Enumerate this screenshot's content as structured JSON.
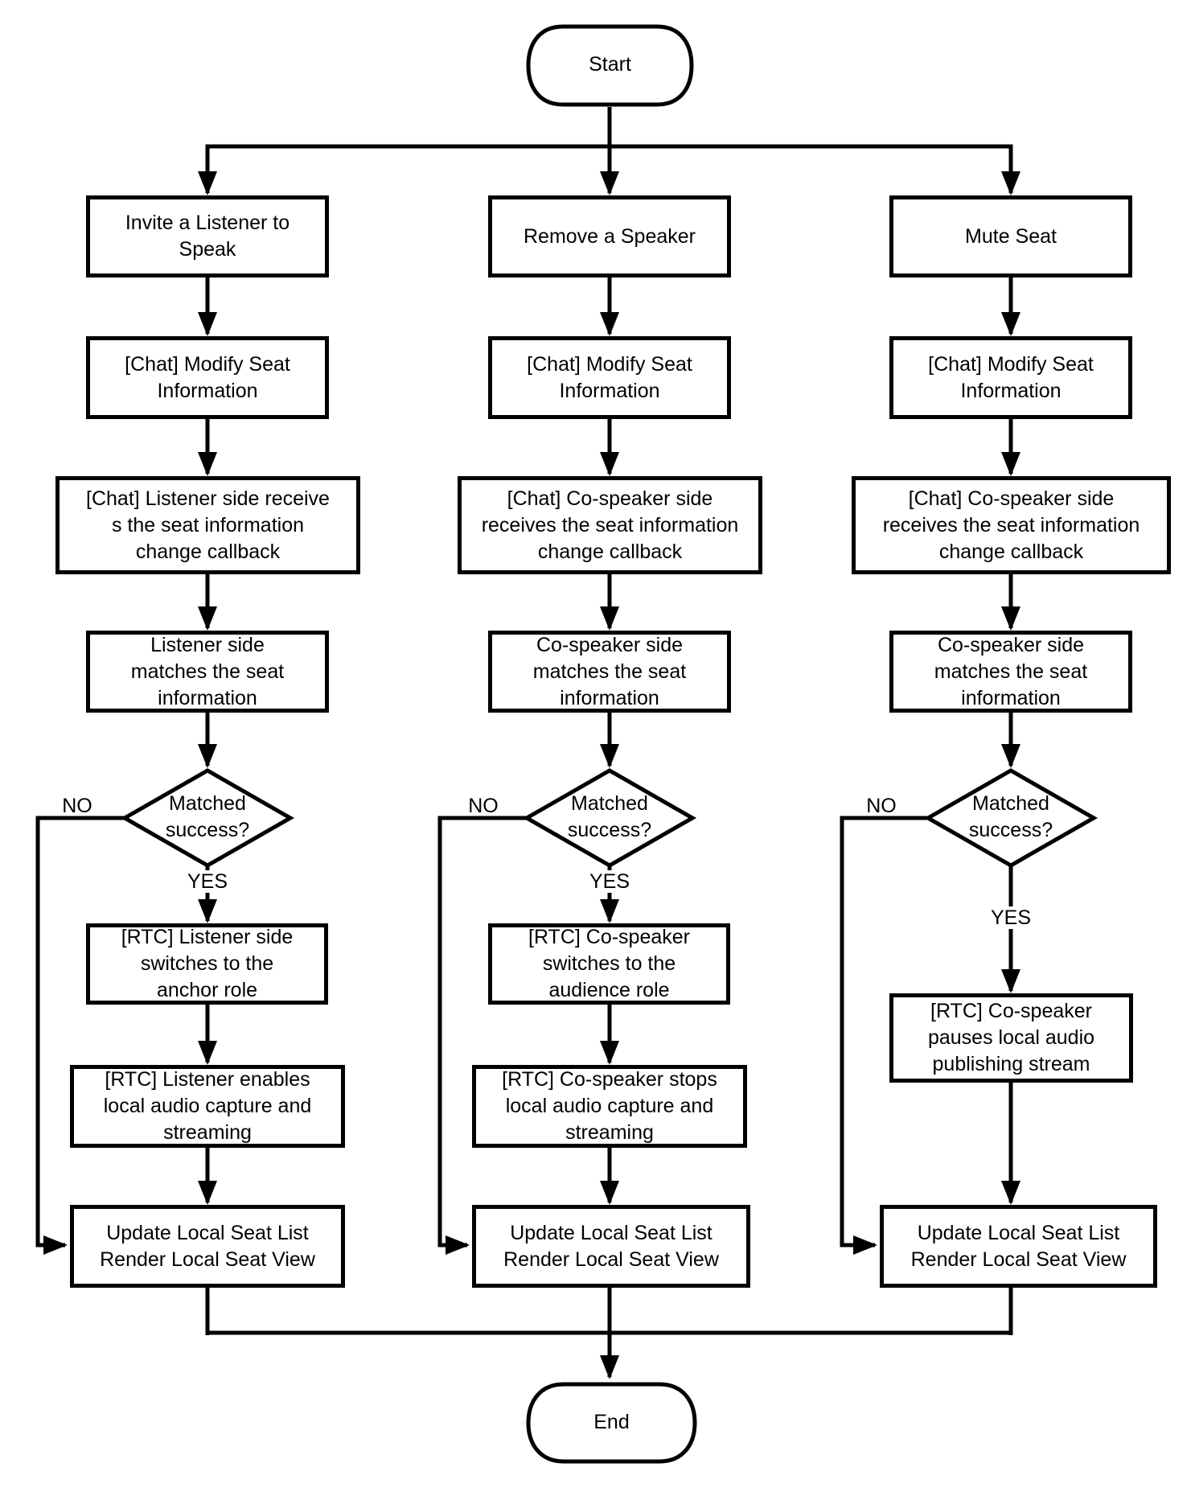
{
  "flowchart": {
    "start": "Start",
    "end": "End",
    "yes": "YES",
    "no": "NO",
    "decision": "Matched\nsuccess?",
    "columns": [
      {
        "header": "Invite a Listener to\nSpeak",
        "modify_seat": "[Chat] Modify Seat\nInformation",
        "callback": "[Chat] Listener side receive\ns the seat information\nchange callback",
        "match": "Listener side\nmatches the seat\ninformation",
        "rtc_switch": "[RTC] Listener side\nswitches to the\nanchor role",
        "rtc_stream": "[RTC] Listener enables\nlocal audio capture and\nstreaming",
        "update": "Update Local Seat List\nRender Local Seat View"
      },
      {
        "header": "Remove a Speaker",
        "modify_seat": "[Chat] Modify Seat\nInformation",
        "callback": "[Chat] Co-speaker side\nreceives the seat information\nchange callback",
        "match": "Co-speaker side\nmatches the seat\ninformation",
        "rtc_switch": "[RTC] Co-speaker\nswitches to the\naudience role",
        "rtc_stream": "[RTC] Co-speaker stops\nlocal audio capture and\nstreaming",
        "update": "Update Local Seat List\nRender Local Seat View"
      },
      {
        "header": "Mute Seat",
        "modify_seat": "[Chat] Modify Seat\nInformation",
        "callback": "[Chat] Co-speaker side\nreceives the seat information\nchange callback",
        "match": "Co-speaker side\nmatches the seat\ninformation",
        "rtc_pause": "[RTC] Co-speaker\npauses local audio\npublishing stream",
        "update": "Update Local Seat List\nRender Local Seat View"
      }
    ]
  },
  "colors": {
    "line": "#000000",
    "background": "#ffffff",
    "text": "#000000"
  }
}
